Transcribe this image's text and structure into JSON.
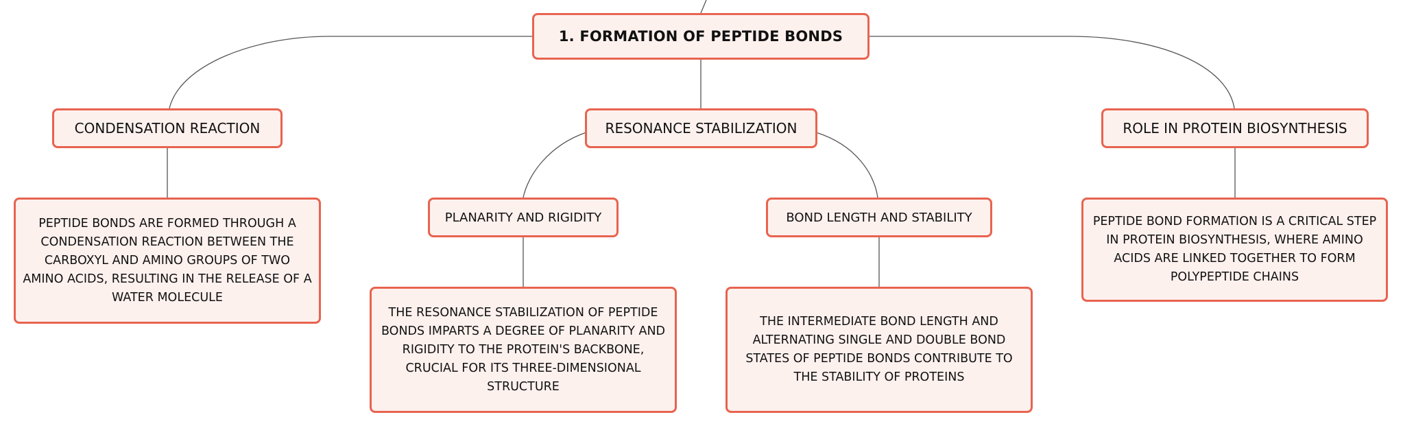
{
  "root": {
    "title": "1. FORMATION OF PEPTIDE BONDS"
  },
  "branches": {
    "condensation": {
      "label": "CONDENSATION REACTION",
      "detail": "PEPTIDE BONDS ARE FORMED THROUGH A CONDENSATION REACTION BETWEEN THE CARBOXYL AND AMINO GROUPS OF TWO AMINO ACIDS, RESULTING IN THE RELEASE OF A WATER MOLECULE"
    },
    "resonance": {
      "label": "RESONANCE STABILIZATION",
      "children": {
        "planarity": {
          "label": "PLANARITY AND RIGIDITY",
          "detail": "THE RESONANCE STABILIZATION OF PEPTIDE BONDS IMPARTS A DEGREE OF PLANARITY AND RIGIDITY TO THE PROTEIN'S BACKBONE, CRUCIAL FOR ITS THREE-DIMENSIONAL STRUCTURE"
        },
        "bond_length": {
          "label": "BOND LENGTH AND STABILITY",
          "detail": "THE INTERMEDIATE BOND LENGTH AND ALTERNATING SINGLE AND DOUBLE BOND STATES OF PEPTIDE BONDS CONTRIBUTE TO THE STABILITY OF PROTEINS"
        }
      }
    },
    "biosynthesis": {
      "label": "ROLE IN PROTEIN BIOSYNTHESIS",
      "detail": "PEPTIDE BOND FORMATION IS A CRITICAL STEP IN PROTEIN BIOSYNTHESIS, WHERE AMINO ACIDS ARE LINKED TOGETHER TO FORM POLYPEPTIDE CHAINS"
    }
  },
  "colors": {
    "node_border": "#e8634f",
    "node_fill": "#fdf1ee",
    "connector": "#555555"
  }
}
